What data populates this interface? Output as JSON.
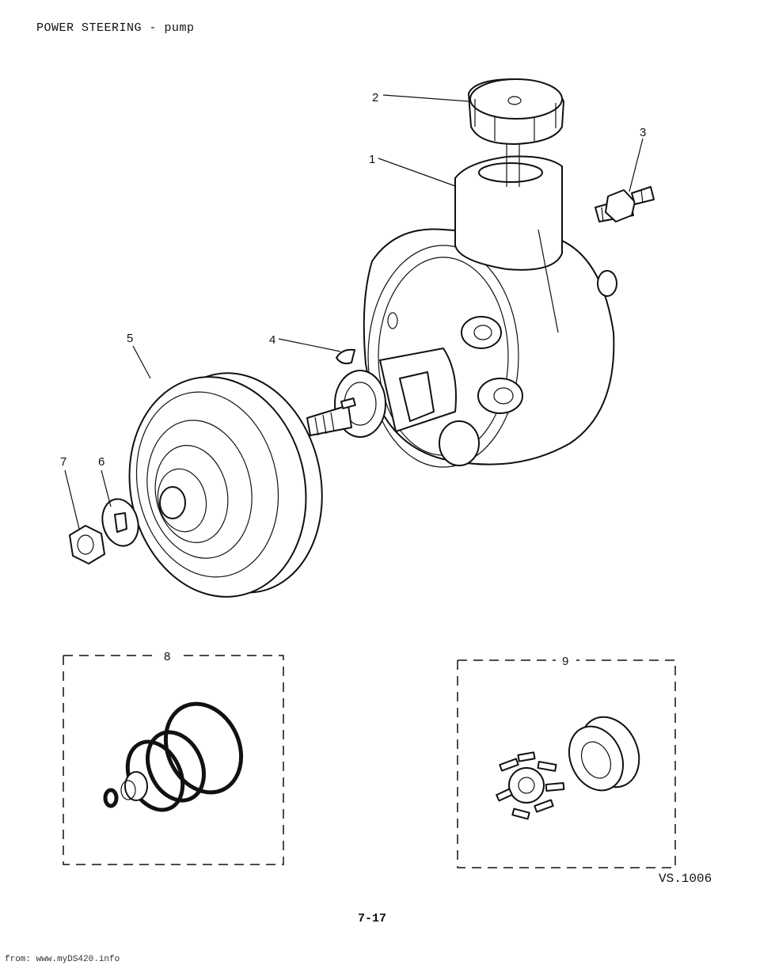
{
  "page": {
    "title": "POWER STEERING - pump",
    "reference_code": "VS.1006",
    "page_number": "7-17",
    "source_credit": "from: www.myDS420.info"
  },
  "callouts": [
    "1",
    "2",
    "3",
    "4",
    "5",
    "6",
    "7",
    "8",
    "9"
  ]
}
